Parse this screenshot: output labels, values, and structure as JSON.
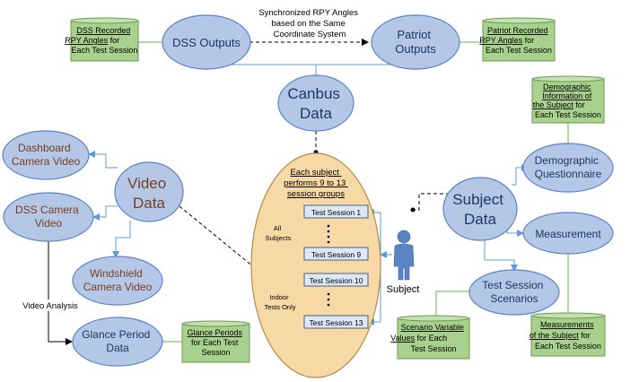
{
  "top_annotation": [
    "Synchronized RPY Angles",
    "based on the Same",
    "Coordinate System"
  ],
  "nodes": {
    "dss_outputs": "DSS Outputs",
    "patriot_outputs": [
      "Patriot",
      "Outputs"
    ],
    "canbus_data": [
      "Canbus",
      "Data"
    ],
    "video_data": [
      "Video",
      "Data"
    ],
    "dashboard_camera_video": [
      "Dashboard",
      "Camera Video"
    ],
    "dss_camera_video": [
      "DSS Camera",
      "Video"
    ],
    "windshield_camera_video": [
      "Windshield",
      "Camera Video"
    ],
    "glance_period_data": [
      "Glance Period",
      "Data"
    ],
    "subject_data": [
      "Subject",
      "Data"
    ],
    "demographic_questionnaire": [
      "Demographic",
      "Questionnaire"
    ],
    "measurement": "Measurement",
    "test_session_scenarios": [
      "Test Session",
      "Scenarios"
    ]
  },
  "green_boxes": {
    "dss_recorded": {
      "underlined": [
        "DSS Recorded",
        "RPY Angles"
      ],
      "rest": [
        " for",
        "Each Test Session"
      ]
    },
    "patriot_recorded": {
      "underlined": [
        "Patriot Recorded",
        "RPY Angles"
      ],
      "rest": [
        " for",
        "Each Test Session"
      ]
    },
    "demographic_info": {
      "underlined": [
        "Demographic",
        "Information of",
        "the Subject"
      ],
      "rest": [
        " for",
        "Each Test Session"
      ]
    },
    "glance_periods": {
      "underlined": [
        "Glance Periods"
      ],
      "rest": [
        "for Each Test",
        "Session"
      ]
    },
    "scenario_values": {
      "underlined": [
        "Scenario Variable",
        "Values"
      ],
      "rest": [
        " for Each",
        "Test Session"
      ]
    },
    "measurements_subject": {
      "underlined": [
        "Measurements",
        "of the Subject"
      ],
      "rest": [
        " for",
        "Each Test Session"
      ]
    }
  },
  "central": {
    "header": [
      "Each subject",
      "performs 9 to 13",
      "session groups"
    ],
    "all_subjects": [
      "All",
      "Subjects"
    ],
    "indoor_tests": [
      "Indoor",
      "Tests Only"
    ],
    "sessions": [
      "Test Session 1",
      "Test Session 9",
      "Test Session 10",
      "Test Session 13"
    ]
  },
  "subject_label": "Subject",
  "video_analysis_label": "Video Analysis",
  "colors": {
    "ellipse_fill": "#b4c7e7",
    "green_box": "#a9d18e",
    "central_fill": "#f7d9a6",
    "person": "#5b84c4"
  }
}
